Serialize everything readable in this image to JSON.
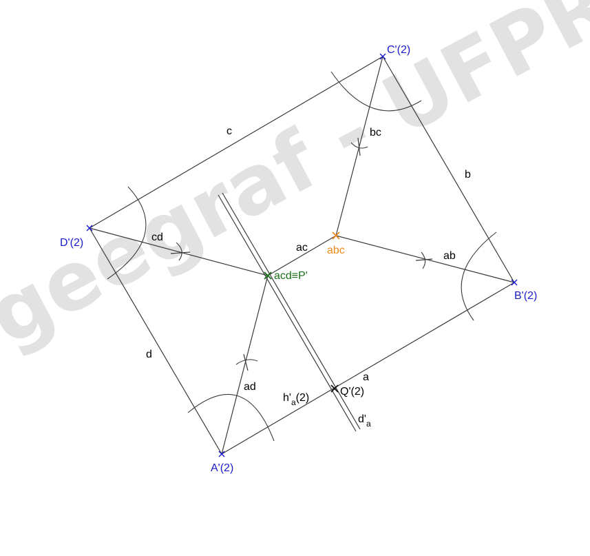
{
  "watermark": "geegraf - UFPR",
  "colors": {
    "vertex": "#1a1acc",
    "abc": "#ee8a1a",
    "acd": "#1a6e1a",
    "edge": "#3a3a3a",
    "watermark": "#e2e2e2"
  },
  "labels": {
    "a_prime": "A'(2)",
    "b_prime": "B'(2)",
    "c_prime": "C'(2)",
    "d_prime": "D'(2)",
    "side_a": "a",
    "side_b": "b",
    "side_c": "c",
    "side_d": "d",
    "seg_ab": "ab",
    "seg_ac": "ac",
    "seg_ad": "ad",
    "seg_bc": "bc",
    "seg_cd": "cd",
    "pt_abc": "abc",
    "pt_acd": "acd≡P'",
    "pt_q": "Q'(2)",
    "h_main": "h'",
    "h_sub": "a",
    "h_tail": "(2)",
    "d_main": "d'",
    "d_sub": "a"
  }
}
